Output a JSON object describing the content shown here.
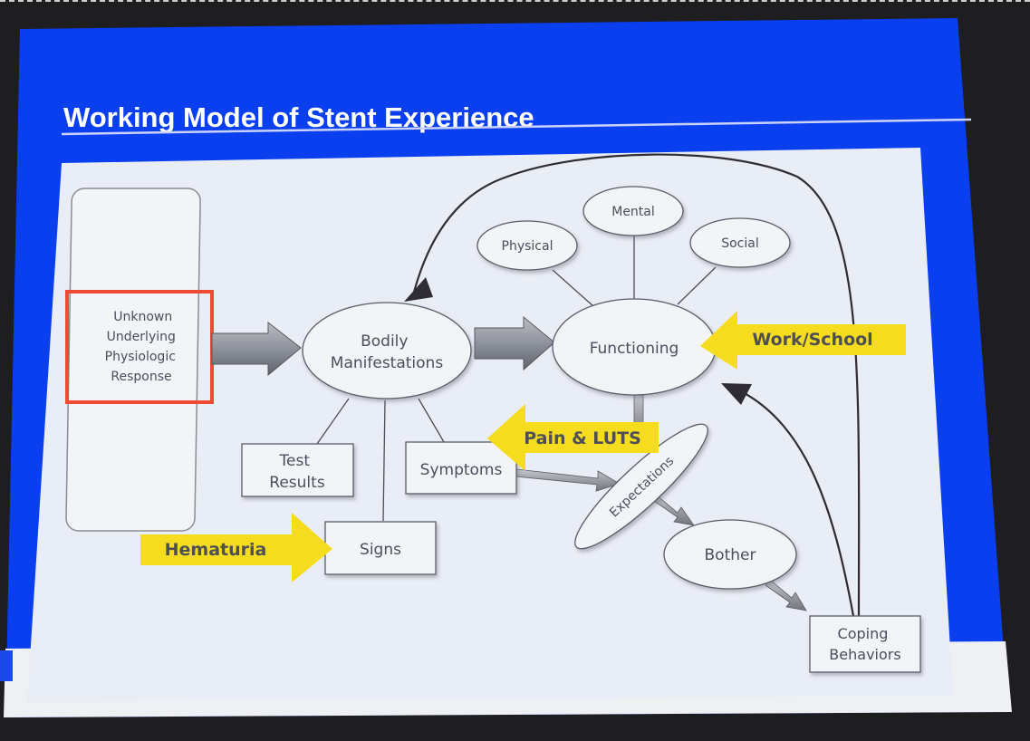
{
  "slide": {
    "title": "Working Model of Stent Experience",
    "colors": {
      "slide_blue": "#0a3ff0",
      "diagram_bg": "#e9edf5",
      "highlight_red": "#ef4a33",
      "callout_yellow": "#f5dc1e",
      "node_stroke": "#5a5d66",
      "text_gray": "#4a4f5c"
    }
  },
  "diagram": {
    "root": {
      "lines": [
        "Unknown",
        "Underlying",
        "Physiologic",
        "Response"
      ],
      "highlighted": true
    },
    "nodes": {
      "bodily": {
        "lines": [
          "Bodily",
          "Manifestations"
        ]
      },
      "functioning": {
        "label": "Functioning"
      },
      "physical": {
        "label": "Physical"
      },
      "mental": {
        "label": "Mental"
      },
      "social": {
        "label": "Social"
      },
      "test_results": {
        "lines": [
          "Test",
          "Results"
        ]
      },
      "symptoms": {
        "label": "Symptoms"
      },
      "signs": {
        "label": "Signs"
      },
      "expectations": {
        "label": "Expectations"
      },
      "bother": {
        "label": "Bother"
      },
      "coping": {
        "lines": [
          "Coping",
          "Behaviors"
        ]
      }
    },
    "callouts": {
      "work_school": {
        "label": "Work/School",
        "points_to": "Functioning"
      },
      "pain_luts": {
        "label": "Pain & LUTS",
        "points_to": "Symptoms"
      },
      "hematuria": {
        "label": "Hematuria",
        "points_to": "Signs"
      }
    },
    "edges": [
      {
        "from": "Unknown Underlying Physiologic Response",
        "to": "Bodily Manifestations",
        "style": "block-arrow"
      },
      {
        "from": "Bodily Manifestations",
        "to": "Functioning",
        "style": "block-arrow"
      },
      {
        "from": "Bodily Manifestations",
        "to": "Test Results",
        "style": "line"
      },
      {
        "from": "Bodily Manifestations",
        "to": "Signs",
        "style": "line"
      },
      {
        "from": "Bodily Manifestations",
        "to": "Symptoms",
        "style": "line"
      },
      {
        "from": "Functioning",
        "to": "Physical",
        "style": "line"
      },
      {
        "from": "Functioning",
        "to": "Mental",
        "style": "line"
      },
      {
        "from": "Functioning",
        "to": "Social",
        "style": "line"
      },
      {
        "from": "Functioning",
        "to": "Expectations",
        "style": "arrow"
      },
      {
        "from": "Symptoms",
        "to": "Expectations",
        "style": "arrow"
      },
      {
        "from": "Expectations",
        "to": "Bother",
        "style": "arrow"
      },
      {
        "from": "Bother",
        "to": "Coping Behaviors",
        "style": "arrow"
      },
      {
        "from": "Coping Behaviors",
        "to": "Functioning",
        "style": "curved-arrow"
      },
      {
        "from": "Coping Behaviors",
        "to": "Bodily Manifestations",
        "style": "curved-arrow"
      }
    ]
  }
}
